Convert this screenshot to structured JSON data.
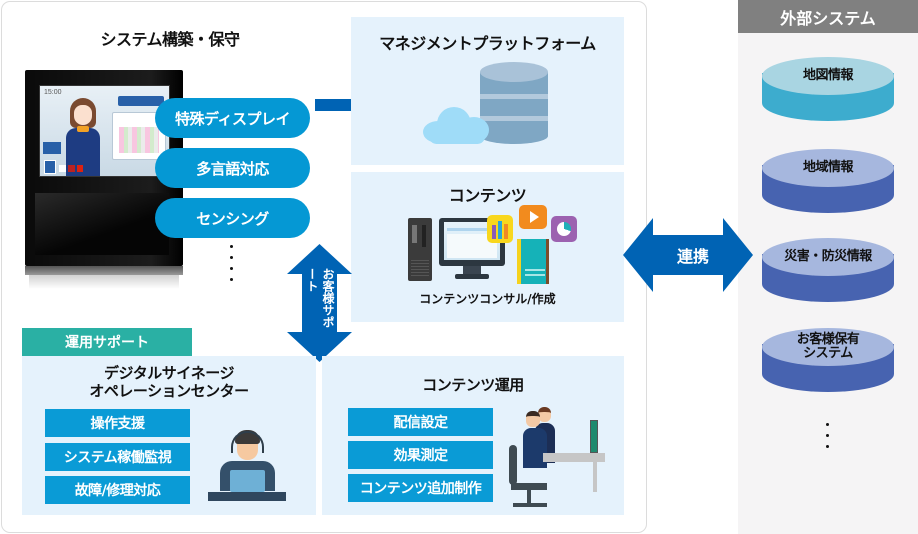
{
  "system_build": {
    "title": "システム構築・保守",
    "display_screen": {
      "time": "15:00"
    },
    "features": [
      {
        "label": "特殊ディスプレイ"
      },
      {
        "label": "多言語対応"
      },
      {
        "label": "センシング"
      }
    ]
  },
  "management_platform": {
    "title": "マネジメントプラットフォーム",
    "icons": [
      "database-icon",
      "cloud-icon"
    ]
  },
  "contents": {
    "title": "コンテンツ",
    "caption": "コンテンツコンサル/作成",
    "icons": [
      "desktop-pc-icon",
      "bar-chart-icon",
      "video-play-icon",
      "pie-chart-icon",
      "notebook-icon"
    ]
  },
  "customer_support_arrow": {
    "label": "お客様サポート"
  },
  "operation_support": {
    "tag": "運用サポート",
    "title_line1": "デジタルサイネージ",
    "title_line2": "オペレーションセンター",
    "items": [
      {
        "label": "操作支援"
      },
      {
        "label": "システム稼働監視"
      },
      {
        "label": "故障/修理対応"
      }
    ]
  },
  "content_operation": {
    "title": "コンテンツ運用",
    "items": [
      {
        "label": "配信設定"
      },
      {
        "label": "効果測定"
      },
      {
        "label": "コンテンツ追加制作"
      }
    ]
  },
  "link_arrow": {
    "label": "連携"
  },
  "external_systems": {
    "title": "外部システム",
    "items": [
      {
        "label": "地図情報",
        "top_color": "#a9d5e2",
        "side_color": "#3dacce"
      },
      {
        "label": "地域情報",
        "top_color": "#a6b7de",
        "side_color": "#4763b0"
      },
      {
        "label": "災害・防災情報",
        "top_color": "#a6b7de",
        "side_color": "#4763b0"
      },
      {
        "label": "お客様保有\nシステム",
        "top_color": "#a6b7de",
        "side_color": "#4763b0"
      }
    ]
  },
  "colors": {
    "pill_blue": "#0598d4",
    "arrow_blue": "#0063b4",
    "panel_light_blue": "#e5f2fc",
    "tag_green": "#2ab0a4",
    "external_header_gray": "#808080"
  }
}
